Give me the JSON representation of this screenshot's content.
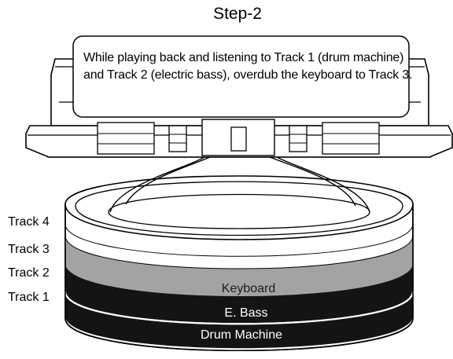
{
  "title": "Step-2",
  "callout": {
    "text": "While playing back and listening to Track 1 (drum machine) and Track 2 (electric bass), overdub the keyboard to Track 3."
  },
  "tracks": [
    {
      "label": "Track 4",
      "content": ""
    },
    {
      "label": "Track 3",
      "content": "Keyboard"
    },
    {
      "label": "Track 2",
      "content": "E. Bass"
    },
    {
      "label": "Track 1",
      "content": "Drum Machine"
    }
  ],
  "colors": {
    "track3_band": "#a3a3a3",
    "dark_band": "#141414",
    "line": "#000000",
    "background": "#ffffff"
  }
}
